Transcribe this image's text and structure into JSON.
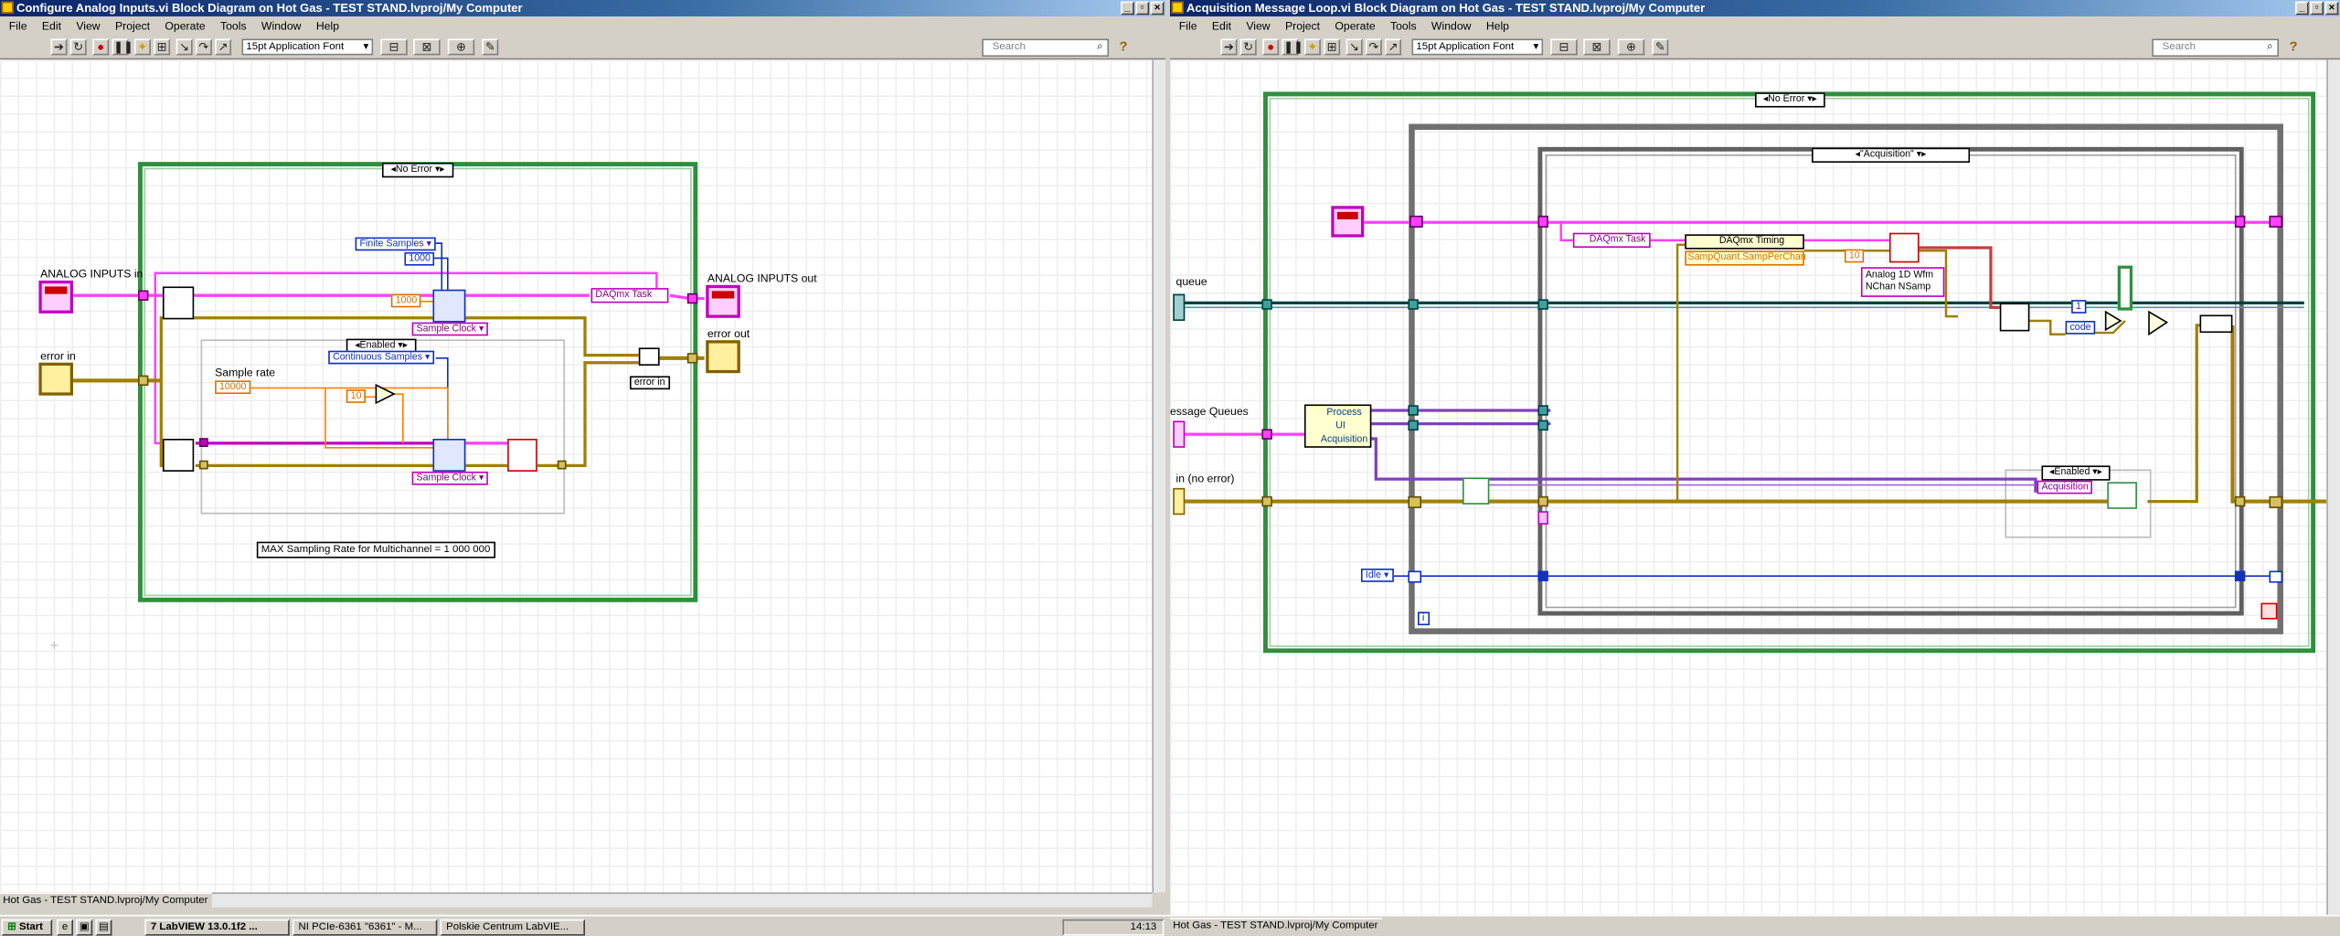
{
  "left_window": {
    "title": "Configure Analog Inputs.vi Block Diagram on Hot Gas - TEST STAND.lvproj/My Computer",
    "menu": [
      "File",
      "Edit",
      "View",
      "Project",
      "Operate",
      "Tools",
      "Window",
      "Help"
    ],
    "font_selector": "15pt Application Font",
    "search_placeholder": "Search",
    "status": "Hot Gas - TEST STAND.lvproj/My Computer",
    "labels": {
      "analog_in": "ANALOG INPUTS in",
      "error_in": "error in",
      "analog_out": "ANALOG INPUTS out",
      "error_out": "error out",
      "sample_rate": "Sample rate",
      "max_rate": "MAX Sampling Rate for Multichannel = 1 000 000",
      "error_in_small": "error in"
    },
    "case_no_error": "No Error",
    "constants": {
      "finite_samples": "Finite Samples",
      "samples_1000": "1000",
      "num_1000": "1000",
      "daqmx_task": "DAQmx Task",
      "sample_clock_1": "Sample Clock",
      "enabled": "Enabled",
      "continuous_samples": "Continuous Samples",
      "rate_10000": "10000",
      "ten": "10",
      "sample_clock_2": "Sample Clock"
    }
  },
  "right_window": {
    "title": "Acquisition Message Loop.vi Block Diagram on Hot Gas - TEST STAND.lvproj/My Computer",
    "menu": [
      "File",
      "Edit",
      "View",
      "Project",
      "Operate",
      "Tools",
      "Window",
      "Help"
    ],
    "font_selector": "15pt Application Font",
    "search_placeholder": "Search",
    "status": "Hot Gas - TEST STAND.lvproj/My Computer",
    "labels": {
      "queue": "queue",
      "message_queues": "essage Queues",
      "in_no_error": "in (no error)",
      "loop_index": "i"
    },
    "case_no_error": "No Error",
    "case_acquisition": "\"Acquisition\"",
    "constants": {
      "daqmx_task": "DAQmx Task",
      "daqmx_timing": "DAQmx Timing",
      "samp_quant": "SampQuant.SampPerChan",
      "ten": "10",
      "analog_wfm_1": "Analog 1D Wfm",
      "analog_wfm_2": "NChan NSamp",
      "one": "1",
      "code": "code",
      "process": "Process",
      "ui": "UI",
      "acquisition": "Acquisition",
      "enabled": "Enabled",
      "acquisition_const": "Acquisition",
      "idle": "Idle"
    }
  },
  "taskbar": {
    "start": "Start",
    "tasks": [
      "7 LabVIEW 13.0.1f2 ...",
      "NI PCIe-6361 \"6361\" - M...",
      "Polskie Centrum LabVIE..."
    ],
    "clock": "14:13"
  },
  "colors": {
    "wire_pink": "#ff40ff",
    "wire_error": "#a08000",
    "wire_blue": "#1030c0",
    "wire_orange": "#ff8000",
    "case_green": "#2f8f3f",
    "loop_gray": "#707070",
    "title_blue": "#0a246a"
  }
}
